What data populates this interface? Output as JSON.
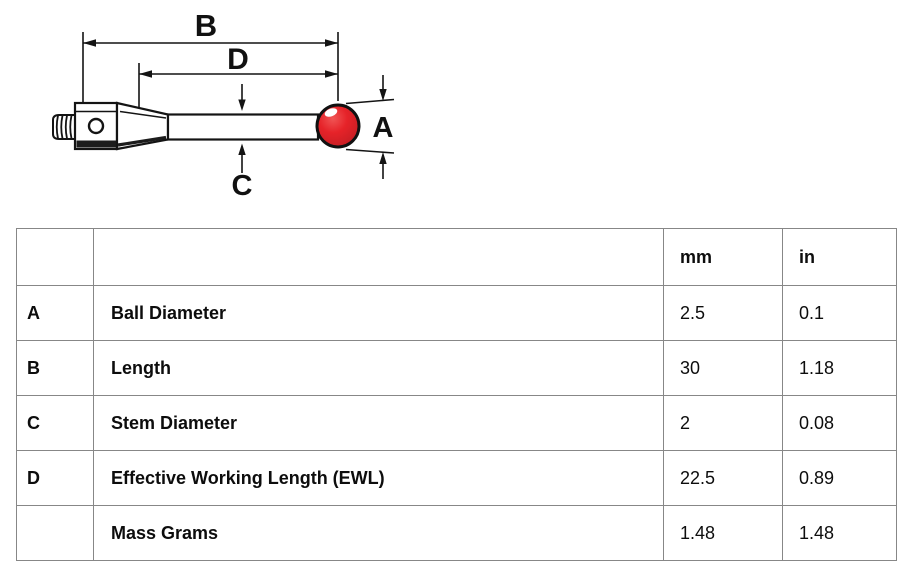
{
  "diagram": {
    "labels": {
      "A": "A",
      "B": "B",
      "C": "C",
      "D": "D"
    },
    "ball_color": "#e62329",
    "line_color": "#141414"
  },
  "table": {
    "headers": {
      "dim_letter": "",
      "dim_name": "",
      "mm": "mm",
      "in": "in"
    },
    "rows": [
      {
        "key": "A",
        "label": "Ball Diameter",
        "mm": "2.5",
        "in": "0.1"
      },
      {
        "key": "B",
        "label": "Length",
        "mm": "30",
        "in": "1.18"
      },
      {
        "key": "C",
        "label": "Stem Diameter",
        "mm": "2",
        "in": "0.08"
      },
      {
        "key": "D",
        "label": "Effective Working Length (EWL)",
        "mm": "22.5",
        "in": "0.89"
      },
      {
        "key": "",
        "label": "Mass Grams",
        "mm": "1.48",
        "in": "1.48"
      }
    ]
  }
}
